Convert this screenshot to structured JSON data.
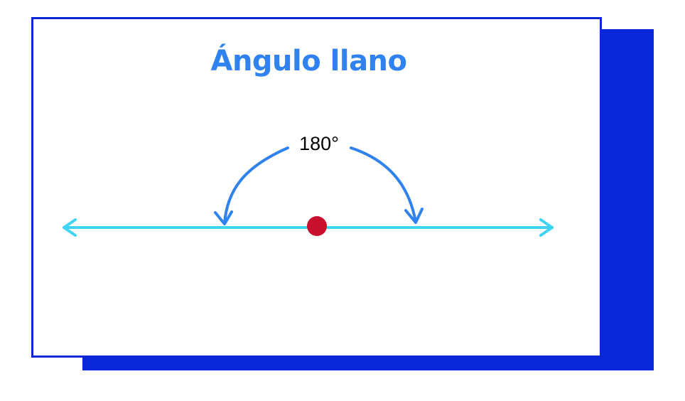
{
  "title": "Ángulo llano",
  "angle": {
    "label": "180°",
    "degrees": 180
  },
  "colors": {
    "frame_blue": "#0a27d8",
    "title_blue": "#2f82ef",
    "ray_cyan": "#3fd3f6",
    "arc_blue": "#2f82ef",
    "vertex_red": "#c8102e",
    "label_black": "#000000",
    "background": "#ffffff"
  },
  "icons": {
    "left_ray_end": "arrowhead-left-icon",
    "right_ray_end": "arrowhead-right-icon",
    "vertex": "dot-icon"
  }
}
